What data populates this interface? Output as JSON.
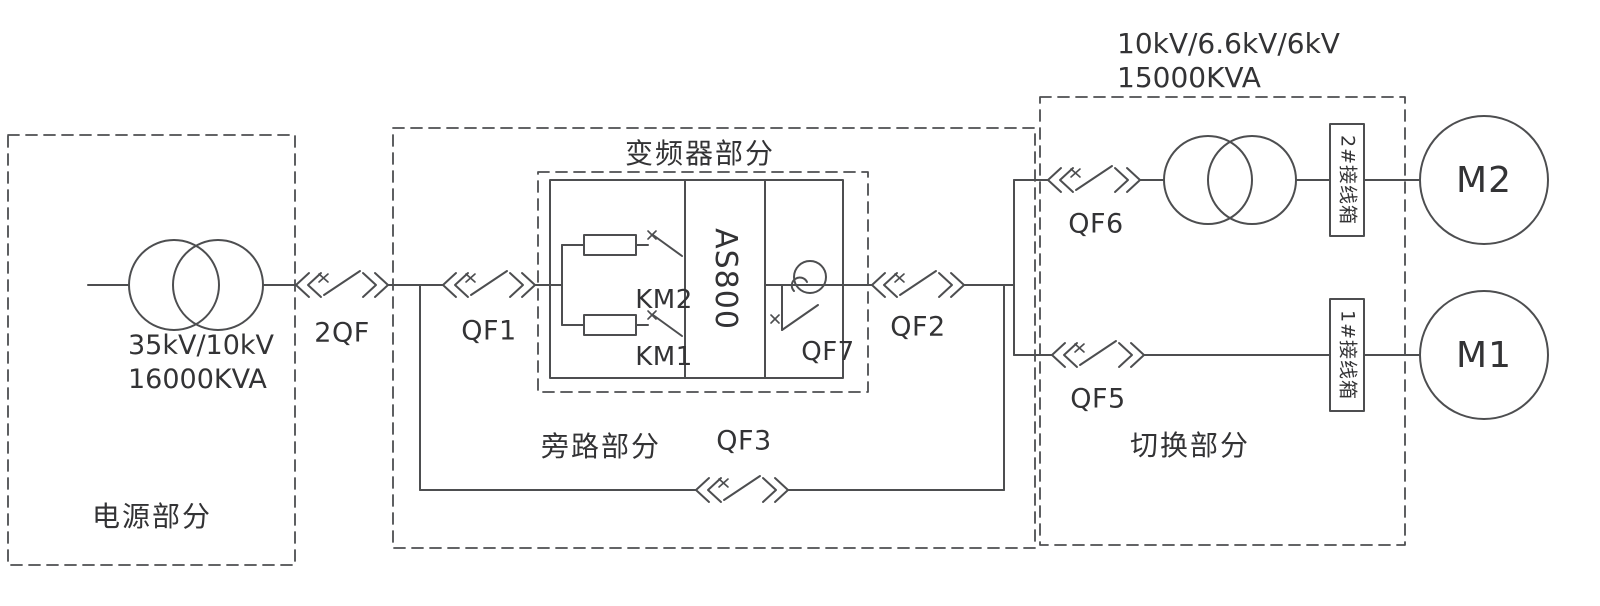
{
  "diagram": {
    "title": {
      "line1": "10kV/6.6kV/6kV",
      "line2": "15000KVA"
    },
    "sections": {
      "power": "电源部分",
      "bypass": "旁路部分",
      "converter": "变频器部分",
      "switching": "切换部分"
    },
    "transformer1": {
      "line1": "35kV/10kV",
      "line2": "16000KVA"
    },
    "breakers": {
      "incoming": "2QF",
      "qf1": "QF1",
      "qf2": "QF2",
      "qf3": "QF3",
      "qf5": "QF5",
      "qf6": "QF6",
      "qf7": "QF7"
    },
    "contactors": {
      "km1": "KM1",
      "km2": "KM2"
    },
    "converter": {
      "model": "AS800"
    },
    "junction_boxes": {
      "jb1": "1#接线箱",
      "jb2": "2#接线箱"
    },
    "motors": {
      "m1": "M1",
      "m2": "M2"
    },
    "colors": {
      "line": "#4d4e50",
      "text": "#333335",
      "background": "#ffffff"
    }
  }
}
